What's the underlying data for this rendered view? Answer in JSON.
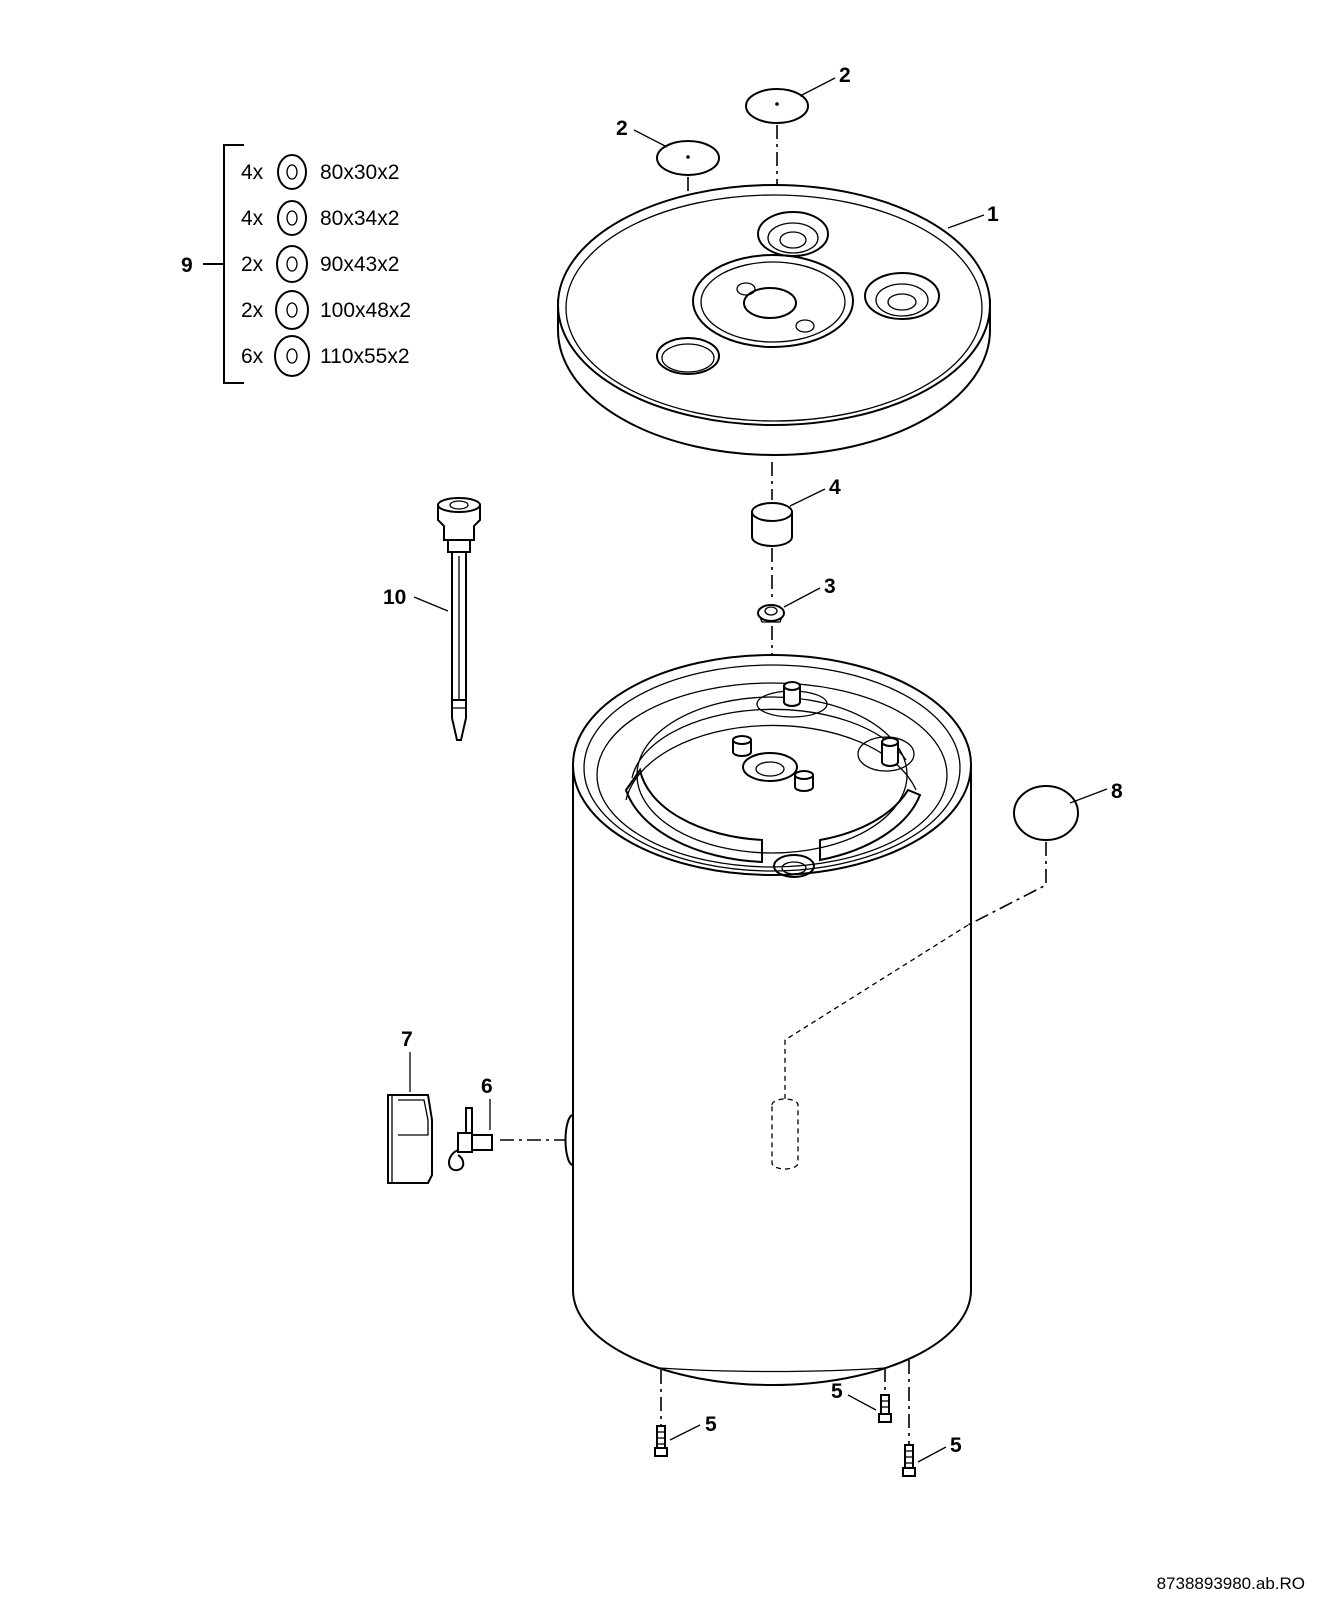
{
  "callouts": {
    "c1": "1",
    "c2a": "2",
    "c2b": "2",
    "c3": "3",
    "c4": "4",
    "c5a": "5",
    "c5b": "5",
    "c5c": "5",
    "c6": "6",
    "c7": "7",
    "c8": "8",
    "c9": "9",
    "c10": "10"
  },
  "gasket_kit": [
    {
      "qty": "4x",
      "size": "80x30x2"
    },
    {
      "qty": "4x",
      "size": "80x34x2"
    },
    {
      "qty": "2x",
      "size": "90x43x2"
    },
    {
      "qty": "2x",
      "size": "100x48x2"
    },
    {
      "qty": "6x",
      "size": "110x55x2"
    }
  ],
  "document_id": "8738893980.ab.RO"
}
